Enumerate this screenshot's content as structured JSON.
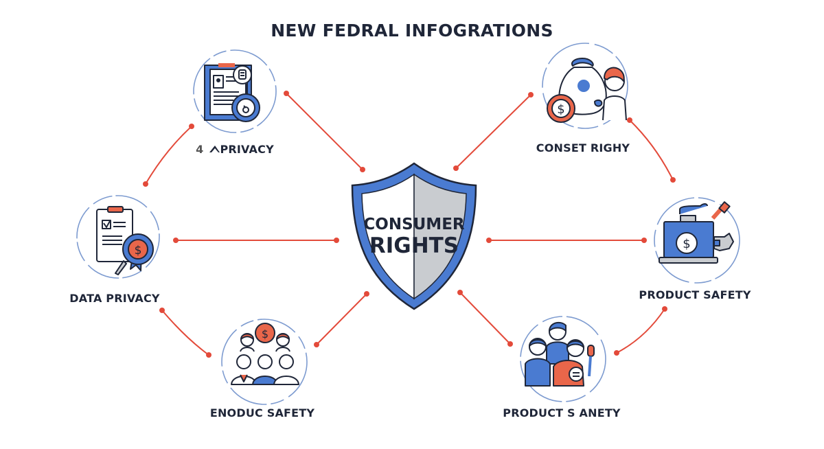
{
  "title": "NEW FEDRAL INFOGRATIONS",
  "colors": {
    "navy": "#1f2638",
    "blue": "#4a7bd1",
    "orange": "#e9664a",
    "connector": "#e34a3a",
    "ring": "#7d9bd0",
    "shield_gray": "#c9ccd0"
  },
  "center": {
    "line1": "CONSUMER",
    "line2": "RIGHTS",
    "icon": "shield-icon"
  },
  "nodes": [
    {
      "id": "privacy",
      "label": "PRIVACY",
      "prefix": "4",
      "icon": "clipboard-magnifier-icon",
      "position": "top-left"
    },
    {
      "id": "conset-righy",
      "label": "CONSET RIGHY",
      "icon": "money-bag-person-icon",
      "position": "top-right"
    },
    {
      "id": "data-privacy",
      "label": "DATA PRIVACY",
      "icon": "certificate-dollar-badge-icon",
      "position": "middle-left"
    },
    {
      "id": "product-safety",
      "label": "PRODUCT SAFETY",
      "icon": "cash-register-gavel-icon",
      "position": "middle-right"
    },
    {
      "id": "enoduc-safety",
      "label": "ENODUC SAFETY",
      "icon": "group-dollar-icon",
      "position": "bottom-left"
    },
    {
      "id": "product-s-anety",
      "label": "PRODUCT S ANETY",
      "icon": "people-microphone-icon",
      "position": "bottom-right"
    }
  ]
}
